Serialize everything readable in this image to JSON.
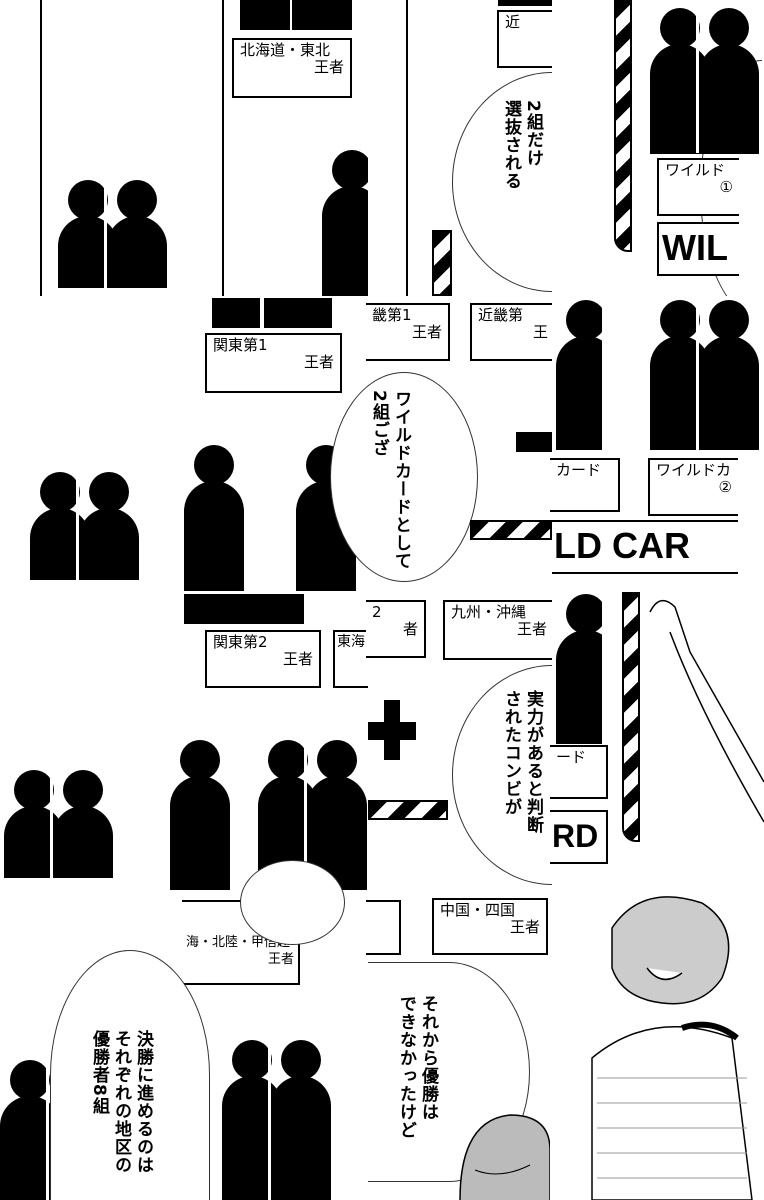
{
  "labels": {
    "hokkaido": {
      "line1": "北海道・東北",
      "line2": "王者"
    },
    "kin_partial": {
      "line1": "近",
      "line2": ""
    },
    "wild1": {
      "line1": "ワイルド",
      "line2": "①"
    },
    "kanto1": {
      "line1": "関東第1",
      "line2": "王者"
    },
    "kinki1_partial": {
      "line1": "畿第1",
      "line2": "王者"
    },
    "kinki_partial": {
      "line1": "近畿第",
      "line2": "王"
    },
    "card_partial": {
      "line1": "カード",
      "line2": ""
    },
    "wild2": {
      "line1": "ワイルドカ",
      "line2": "②"
    },
    "kanto2": {
      "line1": "関東第2",
      "line2": "王者"
    },
    "tokai_partial": {
      "line1": "東海",
      "line2": ""
    },
    "two_partial": {
      "line1": "2",
      "line2": "者"
    },
    "kyushu": {
      "line1": "九州・沖縄",
      "line2": "王者"
    },
    "card_partial2": {
      "line1": "ード",
      "line2": ""
    },
    "hokuriku": {
      "line1": "海・北陸・甲信越",
      "line2": "王者"
    },
    "chugoku": {
      "line1": "中国・四国",
      "line2": "王者"
    }
  },
  "banners": {
    "wil": "WIL",
    "ldcar": "LD CAR",
    "rd": "RD"
  },
  "bubbles": {
    "selected": [
      "2組だけ",
      "選抜される"
    ],
    "wildcard": [
      "ワイルドカードとして",
      "2組ござ"
    ],
    "ability": [
      "実力があると判断",
      "されたコンビが"
    ],
    "finals": [
      "決勝に進めるのは",
      "それぞれの地区の",
      "優勝者8組"
    ],
    "couldnt_win": [
      "それから優勝は",
      "できなかったけど"
    ]
  }
}
